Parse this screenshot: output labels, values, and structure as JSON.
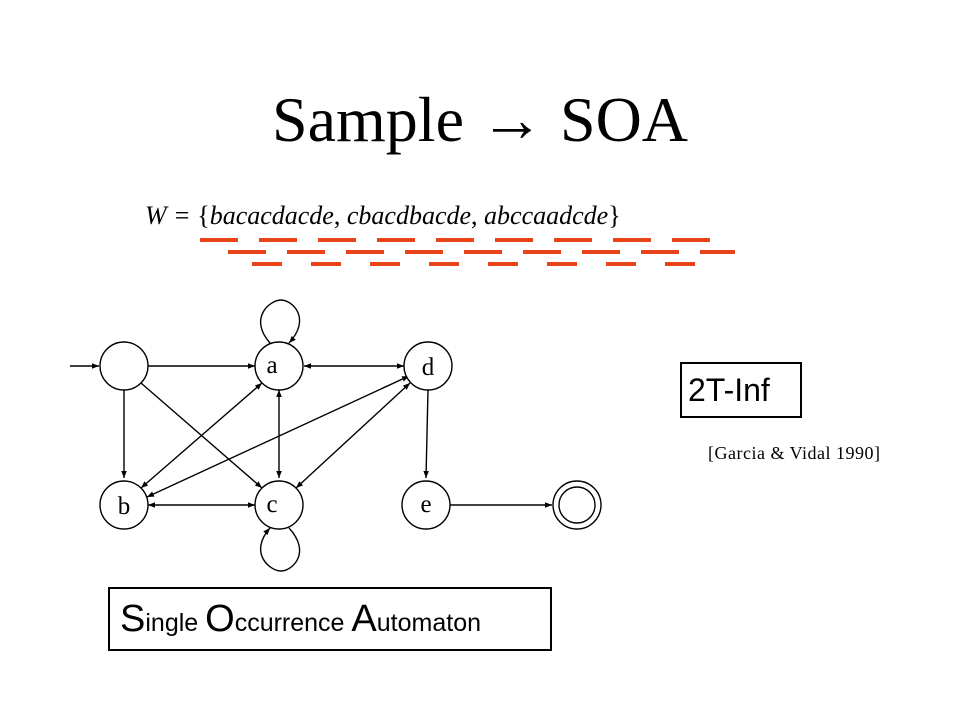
{
  "title": "Sample → SOA",
  "sample": {
    "prefix": "W = ",
    "open_brace": "{",
    "words": [
      "bacacdacde",
      "cbacdbacde",
      "abccaadcde"
    ],
    "separator": ", ",
    "close_brace": "}"
  },
  "automaton": {
    "nodes": [
      "a",
      "b",
      "c",
      "d",
      "e"
    ]
  },
  "badge": "2T-Inf",
  "citation": "[Garcia & Vidal 1990]",
  "caption": [
    {
      "initial": "S",
      "rest": "ingle "
    },
    {
      "initial": "O",
      "rest": "ccurrence "
    },
    {
      "initial": "A",
      "rest": "utomaton"
    }
  ],
  "colors": {
    "underline": "#e8431a",
    "ink": "#000000"
  }
}
